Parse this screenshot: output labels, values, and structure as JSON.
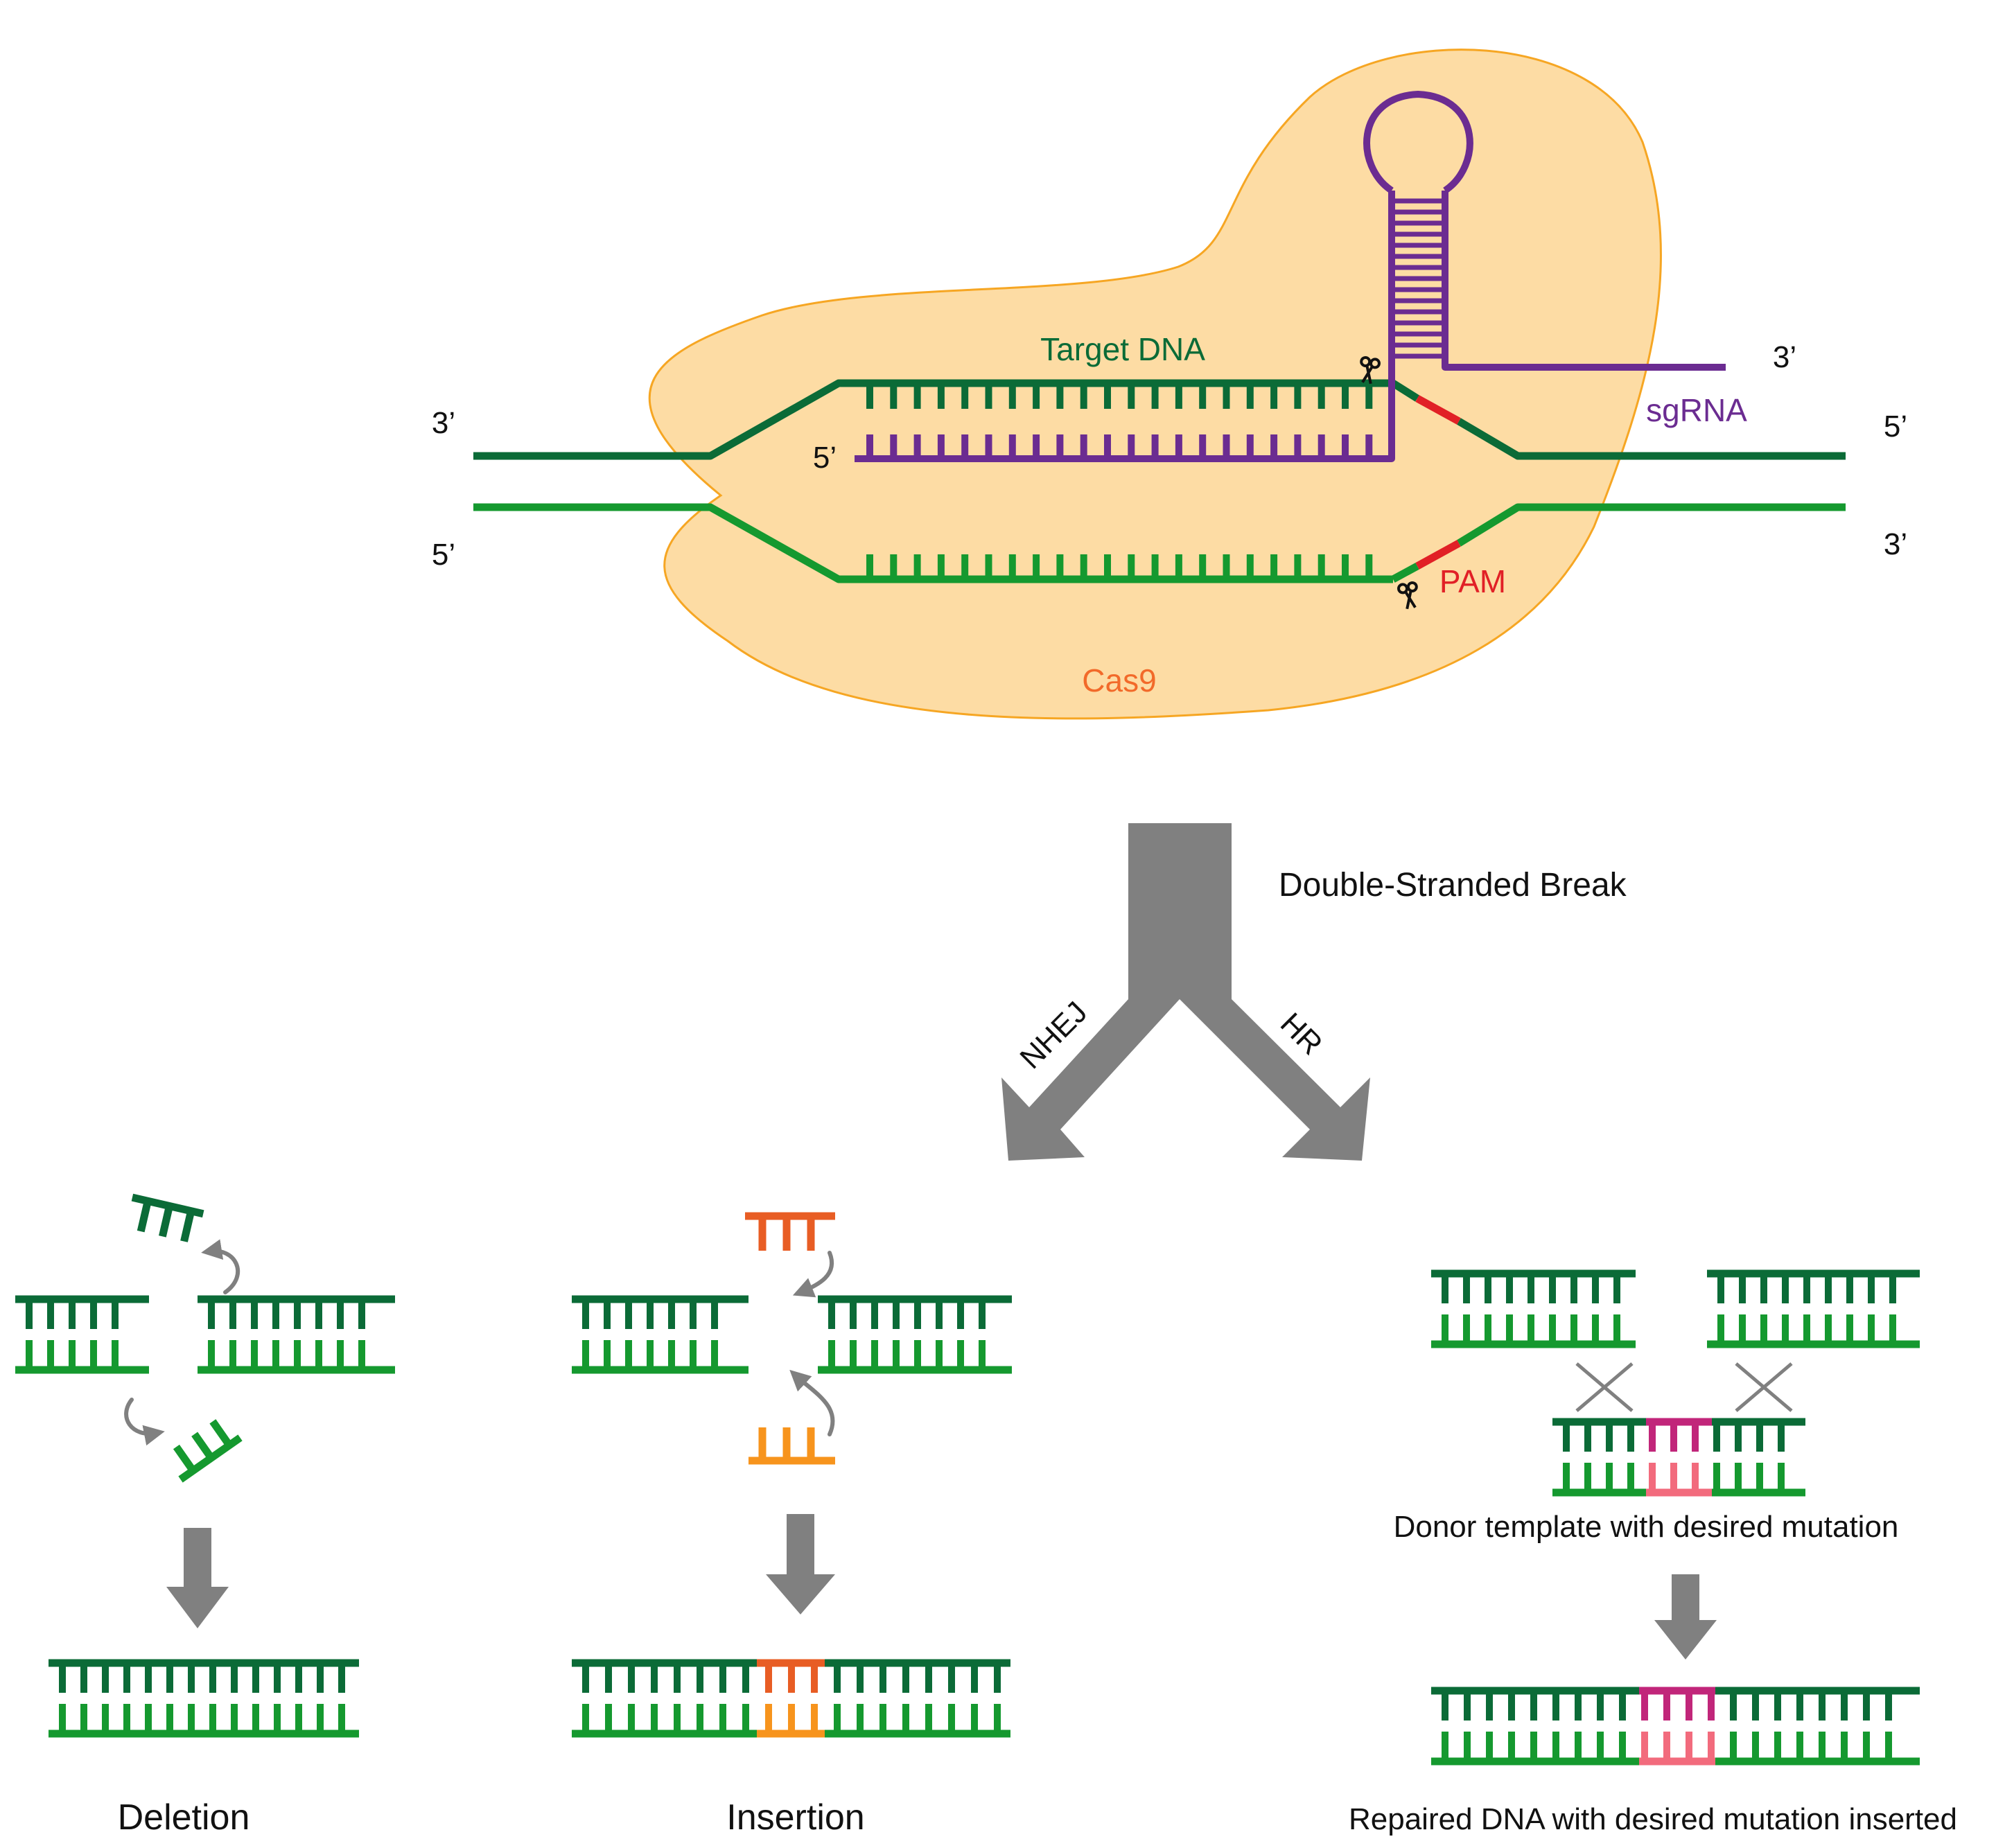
{
  "labels": {
    "target_dna": "Target DNA",
    "sgrna": "sgRNA",
    "pam": "PAM",
    "cas9": "Cas9",
    "top_left_3prime": "3’",
    "top_left_5prime_rna": "5’",
    "bottom_left_5prime": "5’",
    "sgrna_3prime": "3’",
    "top_right_5prime": "5’",
    "bottom_right_3prime": "3’",
    "double_stranded_break": "Double-Stranded Break",
    "nhej": "NHEJ",
    "hr": "HR",
    "deletion": "Deletion",
    "insertion": "Insertion",
    "donor_template": "Donor template with desired mutation",
    "repaired_dna": "Repaired DNA with desired mutation inserted"
  },
  "colors": {
    "dark_green": "#0b6b37",
    "light_green": "#15992f",
    "purple": "#6b2c91",
    "red_pam": "#e12026",
    "cas9_fill": "#fddca4",
    "cas9_stroke": "#f6a623",
    "cas9_text": "#f26a2a",
    "orange_dark": "#e85d24",
    "orange_light": "#f7941d",
    "magenta_dark": "#c1267a",
    "pink_light": "#f26b7d",
    "arrow_gray": "#808080",
    "text_black": "#111111"
  },
  "icons": [
    "scissors-icon",
    "cross-icon",
    "curved-arrow-icon"
  ]
}
